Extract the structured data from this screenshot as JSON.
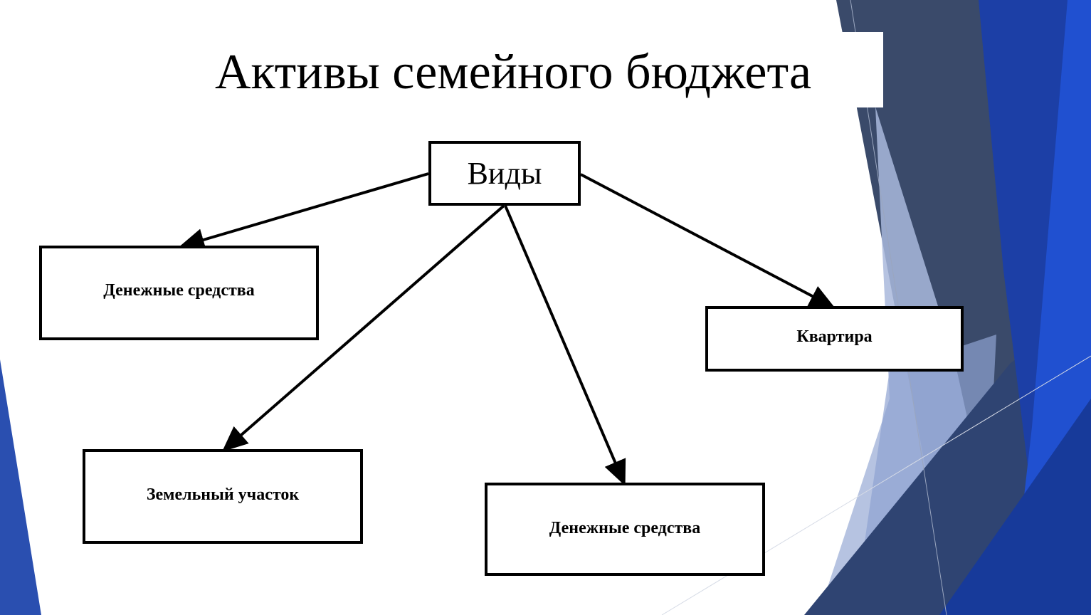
{
  "slide": {
    "title": "Активы семейного бюджета"
  },
  "diagram": {
    "root": {
      "label": "Виды"
    },
    "children": [
      {
        "label": "Денежные средства"
      },
      {
        "label": "Земельный участок"
      },
      {
        "label": "Денежные средства"
      },
      {
        "label": "Квартира"
      }
    ]
  },
  "colors": {
    "background": "#ffffff",
    "text": "#000000",
    "navy": "#3a4a6a",
    "blue": "#1c3fa6",
    "bright_blue": "#2050d0",
    "light_blue": "#a9b8dc"
  }
}
